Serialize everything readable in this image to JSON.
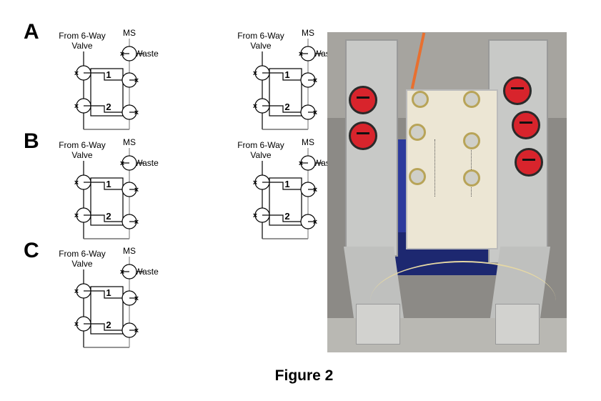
{
  "panels": [
    {
      "letter": "A",
      "diagrams": 2
    },
    {
      "letter": "B",
      "diagrams": 2
    },
    {
      "letter": "C",
      "diagrams": 1
    }
  ],
  "diagram_labels": {
    "source": "From 6-Way",
    "source2": "Valve",
    "ms": "MS",
    "waste": "Waste",
    "column1": "1",
    "column2": "2"
  },
  "photo": {
    "description_icon": "photo"
  },
  "caption": "Figure 2"
}
